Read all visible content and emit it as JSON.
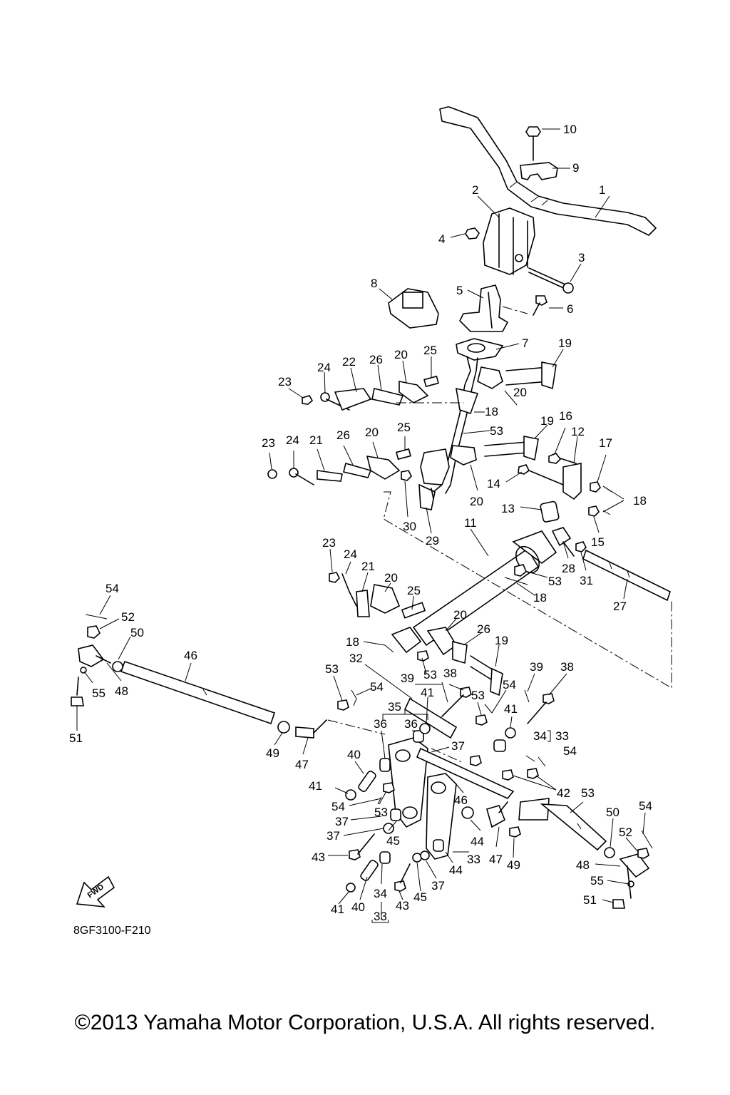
{
  "diagram": {
    "drawing_code": "8GF3100-F210",
    "fwd_label": "FWD",
    "copyright": "©2013 Yamaha Motor Corporation, U.S.A. All rights reserved.",
    "callouts": [
      {
        "id": "c10",
        "text": "10"
      },
      {
        "id": "c9",
        "text": "9"
      },
      {
        "id": "c1",
        "text": "1"
      },
      {
        "id": "c2",
        "text": "2"
      },
      {
        "id": "c4",
        "text": "4"
      },
      {
        "id": "c3",
        "text": "3"
      },
      {
        "id": "c8",
        "text": "8"
      },
      {
        "id": "c5",
        "text": "5"
      },
      {
        "id": "c6",
        "text": "6"
      },
      {
        "id": "c7",
        "text": "7"
      },
      {
        "id": "c19a",
        "text": "19"
      },
      {
        "id": "c25a",
        "text": "25"
      },
      {
        "id": "c20a",
        "text": "20"
      },
      {
        "id": "c26a",
        "text": "26"
      },
      {
        "id": "c22",
        "text": "22"
      },
      {
        "id": "c24a",
        "text": "24"
      },
      {
        "id": "c23a",
        "text": "23"
      },
      {
        "id": "c20b",
        "text": "20"
      },
      {
        "id": "c18a",
        "text": "18"
      },
      {
        "id": "c53a",
        "text": "53"
      },
      {
        "id": "c19b",
        "text": "19"
      },
      {
        "id": "c16",
        "text": "16"
      },
      {
        "id": "c12",
        "text": "12"
      },
      {
        "id": "c17",
        "text": "17"
      },
      {
        "id": "c23b",
        "text": "23"
      },
      {
        "id": "c24b",
        "text": "24"
      },
      {
        "id": "c21a",
        "text": "21"
      },
      {
        "id": "c26b",
        "text": "26"
      },
      {
        "id": "c20c",
        "text": "20"
      },
      {
        "id": "c25b",
        "text": "25"
      },
      {
        "id": "c14",
        "text": "14"
      },
      {
        "id": "c18b",
        "text": "18"
      },
      {
        "id": "c20d",
        "text": "20"
      },
      {
        "id": "c13",
        "text": "13"
      },
      {
        "id": "c15",
        "text": "15"
      },
      {
        "id": "c30",
        "text": "30"
      },
      {
        "id": "c29",
        "text": "29"
      },
      {
        "id": "c11",
        "text": "11"
      },
      {
        "id": "c23c",
        "text": "23"
      },
      {
        "id": "c24c",
        "text": "24"
      },
      {
        "id": "c21b",
        "text": "21"
      },
      {
        "id": "c20e",
        "text": "20"
      },
      {
        "id": "c25c",
        "text": "25"
      },
      {
        "id": "c28",
        "text": "28"
      },
      {
        "id": "c31",
        "text": "31"
      },
      {
        "id": "c53b",
        "text": "53"
      },
      {
        "id": "c18c",
        "text": "18"
      },
      {
        "id": "c27",
        "text": "27"
      },
      {
        "id": "c54a",
        "text": "54"
      },
      {
        "id": "c52a",
        "text": "52"
      },
      {
        "id": "c50a",
        "text": "50"
      },
      {
        "id": "c46a",
        "text": "46"
      },
      {
        "id": "c20f",
        "text": "20"
      },
      {
        "id": "c26c",
        "text": "26"
      },
      {
        "id": "c18d",
        "text": "18"
      },
      {
        "id": "c19c",
        "text": "19"
      },
      {
        "id": "c32",
        "text": "32"
      },
      {
        "id": "c53c",
        "text": "53"
      },
      {
        "id": "c39a",
        "text": "39"
      },
      {
        "id": "c53d",
        "text": "53"
      },
      {
        "id": "c38a",
        "text": "38"
      },
      {
        "id": "c39b",
        "text": "39"
      },
      {
        "id": "c38b",
        "text": "38"
      },
      {
        "id": "c55a",
        "text": "55"
      },
      {
        "id": "c48a",
        "text": "48"
      },
      {
        "id": "c54b",
        "text": "54"
      },
      {
        "id": "c41a",
        "text": "41"
      },
      {
        "id": "c53e",
        "text": "53"
      },
      {
        "id": "c54c",
        "text": "54"
      },
      {
        "id": "c51a",
        "text": "51"
      },
      {
        "id": "c35",
        "text": "35"
      },
      {
        "id": "c36a",
        "text": "36"
      },
      {
        "id": "c36b",
        "text": "36"
      },
      {
        "id": "c41b",
        "text": "41"
      },
      {
        "id": "c34a",
        "text": "34"
      },
      {
        "id": "c33a",
        "text": "33"
      },
      {
        "id": "c49a",
        "text": "49"
      },
      {
        "id": "c47a",
        "text": "47"
      },
      {
        "id": "c40a",
        "text": "40"
      },
      {
        "id": "c37a",
        "text": "37"
      },
      {
        "id": "c54d",
        "text": "54"
      },
      {
        "id": "c41c",
        "text": "41"
      },
      {
        "id": "c54e",
        "text": "54"
      },
      {
        "id": "c53f",
        "text": "53"
      },
      {
        "id": "c42",
        "text": "42"
      },
      {
        "id": "c46b",
        "text": "46"
      },
      {
        "id": "c53g",
        "text": "53"
      },
      {
        "id": "c37b",
        "text": "37"
      },
      {
        "id": "c44a",
        "text": "44"
      },
      {
        "id": "c45a",
        "text": "45"
      },
      {
        "id": "c37c",
        "text": "37"
      },
      {
        "id": "c50b",
        "text": "50"
      },
      {
        "id": "c54f",
        "text": "54"
      },
      {
        "id": "c43a",
        "text": "43"
      },
      {
        "id": "c33b",
        "text": "33"
      },
      {
        "id": "c47b",
        "text": "47"
      },
      {
        "id": "c49b",
        "text": "49"
      },
      {
        "id": "c52b",
        "text": "52"
      },
      {
        "id": "c48b",
        "text": "48"
      },
      {
        "id": "c44b",
        "text": "44"
      },
      {
        "id": "c37d",
        "text": "37"
      },
      {
        "id": "c55b",
        "text": "55"
      },
      {
        "id": "c34b",
        "text": "34"
      },
      {
        "id": "c51b",
        "text": "51"
      },
      {
        "id": "c41d",
        "text": "41"
      },
      {
        "id": "c40b",
        "text": "40"
      },
      {
        "id": "c43b",
        "text": "43"
      },
      {
        "id": "c45b",
        "text": "45"
      },
      {
        "id": "c33c",
        "text": "33"
      }
    ]
  }
}
